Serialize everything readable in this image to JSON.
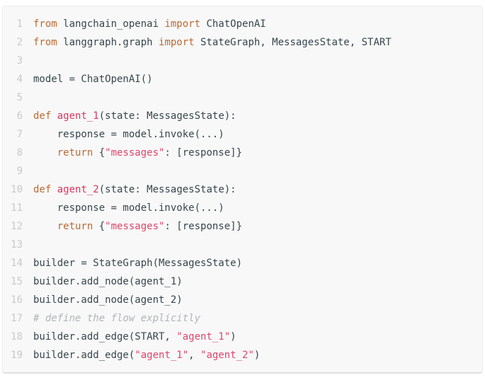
{
  "colors": {
    "background": "#f8f8f8",
    "border": "#ececec",
    "border_bottom": "#dfdfdf",
    "text": "#36464e",
    "keyword": "#bb6a33",
    "function": "#d9365e",
    "string": "#e0446b",
    "comment": "#b0b5ba",
    "line_number": "#c6c9cc",
    "page_bg": "#ffffff"
  },
  "code": {
    "language": "python",
    "lines": [
      {
        "n": 1,
        "tokens": [
          [
            "kw",
            "from"
          ],
          [
            "txt",
            " langchain_openai "
          ],
          [
            "kw",
            "import"
          ],
          [
            "txt",
            " ChatOpenAI"
          ]
        ]
      },
      {
        "n": 2,
        "tokens": [
          [
            "kw",
            "from"
          ],
          [
            "txt",
            " langgraph.graph "
          ],
          [
            "kw",
            "import"
          ],
          [
            "txt",
            " StateGraph, MessagesState, START"
          ]
        ]
      },
      {
        "n": 3,
        "tokens": []
      },
      {
        "n": 4,
        "tokens": [
          [
            "txt",
            "model = ChatOpenAI()"
          ]
        ]
      },
      {
        "n": 5,
        "tokens": []
      },
      {
        "n": 6,
        "tokens": [
          [
            "kw",
            "def"
          ],
          [
            "txt",
            " "
          ],
          [
            "fn",
            "agent_1"
          ],
          [
            "txt",
            "(state: MessagesState):"
          ]
        ]
      },
      {
        "n": 7,
        "tokens": [
          [
            "txt",
            "    response = model.invoke(...)"
          ]
        ]
      },
      {
        "n": 8,
        "tokens": [
          [
            "kw",
            "    return"
          ],
          [
            "txt",
            " {"
          ],
          [
            "str",
            "\"messages\""
          ],
          [
            "txt",
            ": [response]}"
          ]
        ]
      },
      {
        "n": 9,
        "tokens": []
      },
      {
        "n": 10,
        "tokens": [
          [
            "kw",
            "def"
          ],
          [
            "txt",
            " "
          ],
          [
            "fn",
            "agent_2"
          ],
          [
            "txt",
            "(state: MessagesState):"
          ]
        ]
      },
      {
        "n": 11,
        "tokens": [
          [
            "txt",
            "    response = model.invoke(...)"
          ]
        ]
      },
      {
        "n": 12,
        "tokens": [
          [
            "kw",
            "    return"
          ],
          [
            "txt",
            " {"
          ],
          [
            "str",
            "\"messages\""
          ],
          [
            "txt",
            ": [response]}"
          ]
        ]
      },
      {
        "n": 13,
        "tokens": []
      },
      {
        "n": 14,
        "tokens": [
          [
            "txt",
            "builder = StateGraph(MessagesState)"
          ]
        ]
      },
      {
        "n": 15,
        "tokens": [
          [
            "txt",
            "builder.add_node(agent_1)"
          ]
        ]
      },
      {
        "n": 16,
        "tokens": [
          [
            "txt",
            "builder.add_node(agent_2)"
          ]
        ]
      },
      {
        "n": 17,
        "tokens": [
          [
            "com",
            "# define the flow explicitly"
          ]
        ]
      },
      {
        "n": 18,
        "tokens": [
          [
            "txt",
            "builder.add_edge(START, "
          ],
          [
            "str",
            "\"agent_1\""
          ],
          [
            "txt",
            ")"
          ]
        ]
      },
      {
        "n": 19,
        "tokens": [
          [
            "txt",
            "builder.add_edge("
          ],
          [
            "str",
            "\"agent_1\""
          ],
          [
            "txt",
            ", "
          ],
          [
            "str",
            "\"agent_2\""
          ],
          [
            "txt",
            ")"
          ]
        ]
      }
    ]
  }
}
